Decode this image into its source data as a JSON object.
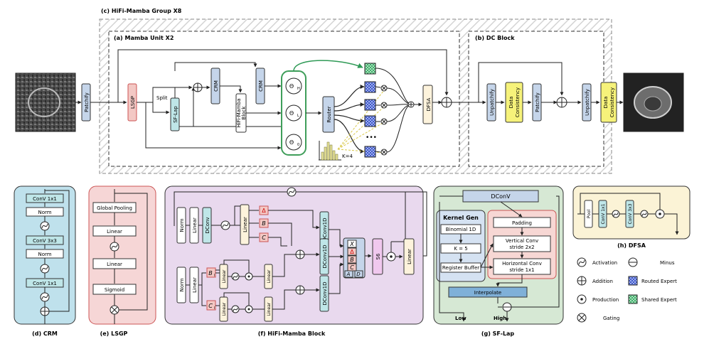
{
  "titles": {
    "group": "(c) HiFi-Mamba Group X8",
    "mamba_unit": "(a) Mamba Unit X2",
    "dc_block": "(b) DC Block",
    "crm": "(d) CRM",
    "lsgp": "(e) LSGP",
    "hifi_block": "(f) HiFi-Mamba Block",
    "sflap": "(g) SF-Lap",
    "dfsa": "(h) DFSA"
  },
  "top": {
    "patchify": "Patchify",
    "lsgp": "LSGP",
    "split": "Split",
    "sf_lap": "SF-Lap",
    "crm_a": "CRM",
    "crm_b": "CRM",
    "hifi_block_l1": "HiFi-Mamba",
    "hifi_block_l2": "Block",
    "theta_h": "Θ",
    "theta_h_sub": "H",
    "theta_l": "Θ",
    "theta_l_sub": "L",
    "theta_0": "Θ",
    "theta_0_sub": "0",
    "router": "Router",
    "k": "K=4",
    "dots": "•••",
    "dfsa": "DFSA",
    "dc_unpatchify": "Unpatchify",
    "dc_consistency_l1": "Data",
    "dc_consistency_l2": "Consistency",
    "dc_patchify": "Patchify",
    "out_unpatchify": "Unpatchify",
    "out_consistency_l1": "Data",
    "out_consistency_l2": "Consistency"
  },
  "crm": {
    "conv1": "ConV 1x1",
    "norm1": "Norm",
    "conv3": "ConV 3x3",
    "norm2": "Norm",
    "conv1b": "ConV 1x1"
  },
  "lsgp": {
    "gp": "Global Pooling",
    "linear1": "Linear",
    "linear2": "Linear",
    "sigmoid": "Sigmoid"
  },
  "hifi": {
    "norm_top": "Norm",
    "linear_top": "Linear",
    "dconv": "DConv",
    "linear_mid": "Linear",
    "delta": "Δ",
    "b": "B",
    "c": "C",
    "dconv1d_a": "DConv1D",
    "dconv1d_b": "DConv1D",
    "dconv1d_c": "DConv1D",
    "norm_bot": "Norm",
    "linear_bot": "Linear",
    "bl": "B",
    "bl_sub": "l",
    "cl": "C",
    "cl_sub": "l",
    "lin_b1": "Linear",
    "lin_b2": "Linear",
    "lin_c1": "Linear",
    "lin_c2": "Linear",
    "x": "X",
    "s_delta": "Δ",
    "s_b": "B",
    "s_c": "C",
    "s_a": "A",
    "s_d": "D",
    "s6": "S6",
    "linear_out": "Linear"
  },
  "sflap": {
    "dconv": "DConV",
    "kernel_gen": "Kernel Gen",
    "binomial": "Binomial 1D",
    "k5": "K = 5",
    "register": "Register Buffer",
    "padding": "Padding",
    "vconv_l1": "Vertical Conv",
    "vconv_l2": "stride 2x2",
    "hconv_l1": "Horizontal Conv",
    "hconv_l2": "stride 1x1",
    "interpolate": "Interpolate",
    "low": "Low",
    "high": "High"
  },
  "dfsa": {
    "pool": "Pool",
    "conv1": "ConV 1x1",
    "conv3": "ConV 3x3"
  },
  "legend": {
    "activation": "Activation",
    "minus": "Minus",
    "addition": "Addition",
    "routed": "Routed Expert",
    "production": "Production",
    "shared": "Shared Expert",
    "gating": "Gating"
  },
  "colors": {
    "blue_box": "#c5d5ea",
    "teal_box": "#bfe6e8",
    "yellow_box": "#f6f27a",
    "red_box": "#f3c8c4",
    "beige_box": "#fdf3dc",
    "green_border": "#3f9e5a",
    "crm_bg": "#bfe1ec",
    "lsgp_bg": "#f6d6d6",
    "hifi_bg": "#e9d9ee",
    "sflap_bg": "#d6e8d4",
    "dfsa_bg": "#fbf3d6",
    "routed": "#3f57c9",
    "shared": "#3fae6a"
  },
  "icons": [
    "mri-input-image",
    "mri-output-image",
    "activation-icon",
    "addition-icon",
    "production-icon",
    "gating-icon",
    "minus-icon"
  ]
}
